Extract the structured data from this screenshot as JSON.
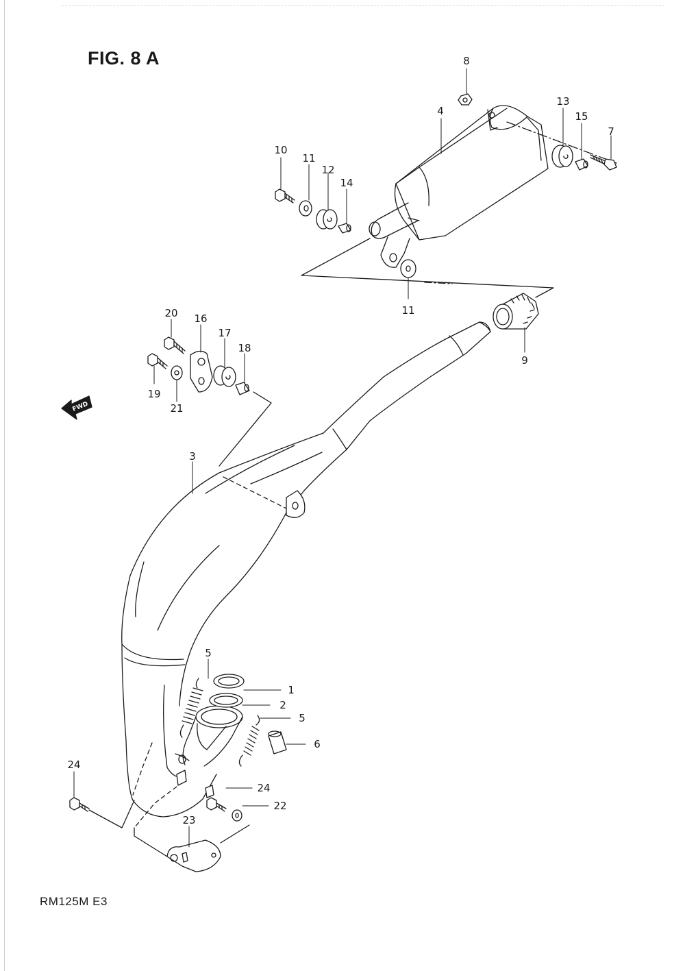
{
  "figure_title": "FIG. 8 A",
  "model_code": "RM125M  E3",
  "direction_arrow": {
    "label": "FWD",
    "icon": "forward-arrow-icon"
  },
  "callouts": [
    {
      "id": "c8",
      "number": "8"
    },
    {
      "id": "c4",
      "number": "4"
    },
    {
      "id": "c13",
      "number": "13"
    },
    {
      "id": "c15",
      "number": "15"
    },
    {
      "id": "c7",
      "number": "7"
    },
    {
      "id": "c10",
      "number": "10"
    },
    {
      "id": "c11a",
      "number": "11"
    },
    {
      "id": "c12",
      "number": "12"
    },
    {
      "id": "c14",
      "number": "14"
    },
    {
      "id": "c11b",
      "number": "11"
    },
    {
      "id": "c9",
      "number": "9"
    },
    {
      "id": "c20",
      "number": "20"
    },
    {
      "id": "c16",
      "number": "16"
    },
    {
      "id": "c17",
      "number": "17"
    },
    {
      "id": "c18",
      "number": "18"
    },
    {
      "id": "c19",
      "number": "19"
    },
    {
      "id": "c21",
      "number": "21"
    },
    {
      "id": "c3",
      "number": "3"
    },
    {
      "id": "c5a",
      "number": "5"
    },
    {
      "id": "c1",
      "number": "1"
    },
    {
      "id": "c2",
      "number": "2"
    },
    {
      "id": "c5b",
      "number": "5"
    },
    {
      "id": "c6",
      "number": "6"
    },
    {
      "id": "c24a",
      "number": "24"
    },
    {
      "id": "c24b",
      "number": "24"
    },
    {
      "id": "c22",
      "number": "22"
    },
    {
      "id": "c23",
      "number": "23"
    }
  ]
}
